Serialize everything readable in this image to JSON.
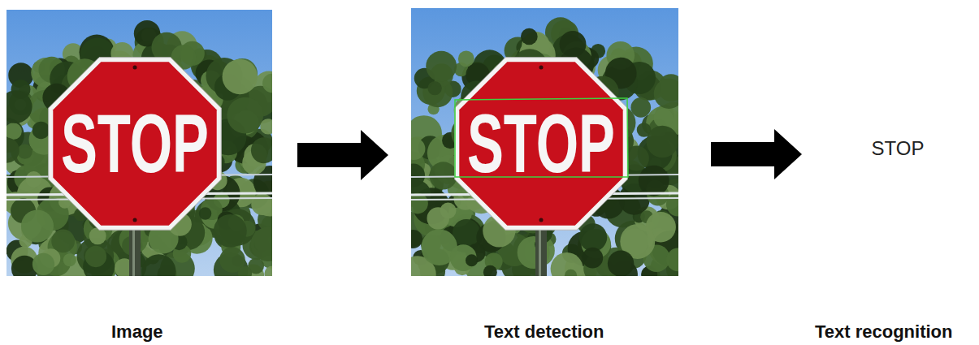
{
  "diagram": {
    "nodes": [
      {
        "text": [
          "STOP",
          "Image"
        ]
      },
      {
        "text": [
          "STOP",
          "Text detection"
        ]
      },
      {
        "text": [
          "STOP",
          "Text recognition"
        ]
      }
    ],
    "edges": [
      {
        "from": 0,
        "to": 1,
        "arrow": "to"
      },
      {
        "from": 1,
        "to": 2,
        "arrow": "to"
      }
    ]
  }
}
